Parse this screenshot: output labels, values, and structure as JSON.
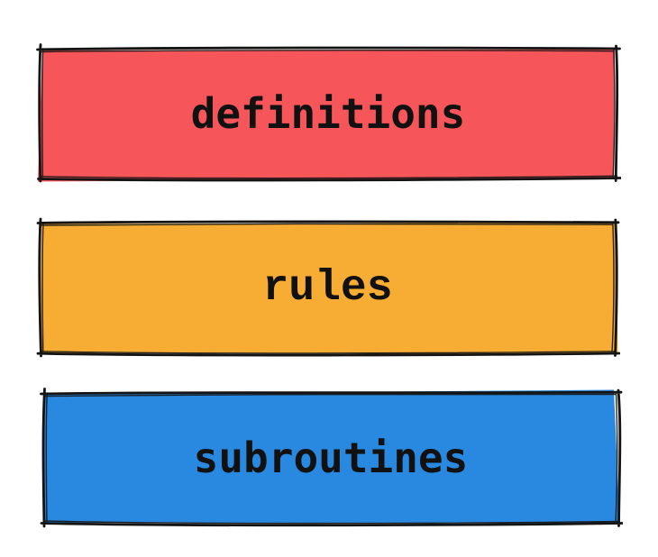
{
  "canvas": {
    "background": "#ffffff"
  },
  "text_color": "#111111",
  "boxes": [
    {
      "id": "definitions",
      "label": "definitions",
      "fill": "#f6555a",
      "border": "#141414"
    },
    {
      "id": "rules",
      "label": "rules",
      "fill": "#f7ad33",
      "border": "#141414"
    },
    {
      "id": "subroutines",
      "label": "subroutines",
      "fill": "#2989e0",
      "border": "#141414"
    }
  ]
}
